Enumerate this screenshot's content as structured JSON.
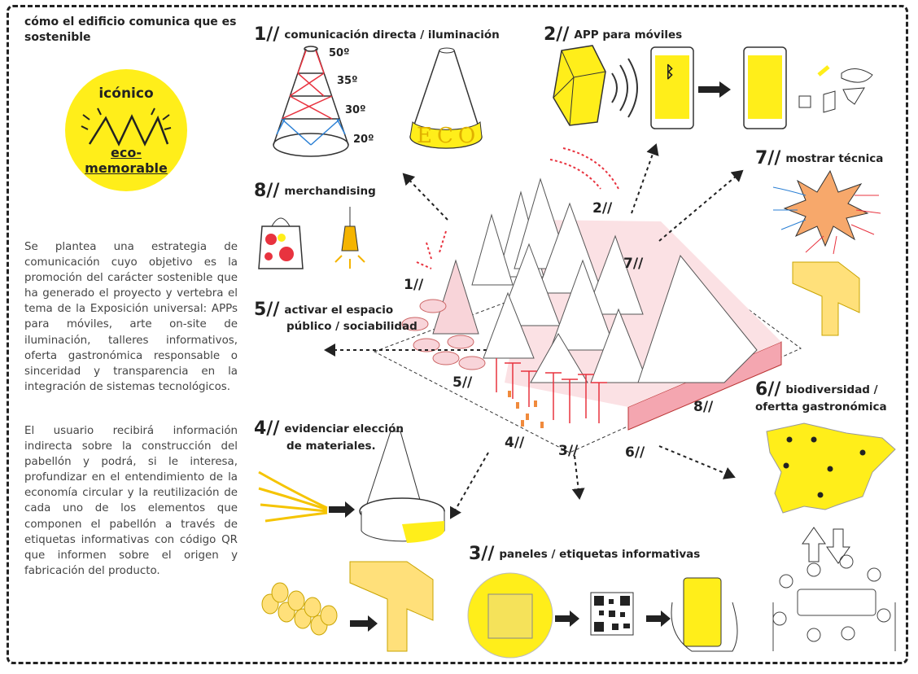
{
  "header": {
    "title": "cómo el edificio comunica que es sostenible"
  },
  "badge": {
    "line1": "icónico",
    "line2": "eco-",
    "line3": "memorable"
  },
  "text": {
    "paragraph1": "Se plantea una estrategia de comunicación cuyo objetivo es la promoción del carácter sostenible que ha generado el proyecto y vertebra el tema de la Exposición universal: APPs para móviles, arte on-site de iluminación, talleres informativos, oferta gastronómica responsable o sinceridad y transparencia en la integración de sistemas tecnológicos.",
    "paragraph2": "El usuario recibirá información indirecta sobre la construcción del pabellón y podrá, si le interesa, profundizar en el entendimiento de la economía circular y la reutilización de cada uno de los elementos que componen el pabellón a través de etiquetas informativas con código QR que informen sobre el origen y fabricación del producto."
  },
  "sections": [
    {
      "num": "1//",
      "label": "comunicación directa / iluminación"
    },
    {
      "num": "2//",
      "label": "APP para móviles"
    },
    {
      "num": "3//",
      "label": "paneles / etiquetas informativas"
    },
    {
      "num": "4//",
      "label": "evidenciar elección",
      "label2": "de materiales."
    },
    {
      "num": "5//",
      "label": "activar el espacio",
      "label2": "público / sociabilidad"
    },
    {
      "num": "6//",
      "label": "biodiversidad /",
      "label2": "ofertta gastronómica"
    },
    {
      "num": "7//",
      "label": "mostrar técnica"
    },
    {
      "num": "8//",
      "label": "merchandising"
    }
  ],
  "angles": [
    "50º",
    "35º",
    "30º",
    "20º"
  ],
  "cone_text": "ECO",
  "iso_marks": [
    "1//",
    "2//",
    "3//",
    "4//",
    "5//",
    "6//",
    "7//",
    "8//"
  ],
  "colors": {
    "yellow": "#ffee1a",
    "pink": "#f4c6cc",
    "red": "#e8333f",
    "orange": "#f08a3c"
  },
  "icons": [
    "bluetooth-icon",
    "gift-icon",
    "bag-icon",
    "lamp-icon",
    "qr-code-icon",
    "spain-map-icon"
  ]
}
